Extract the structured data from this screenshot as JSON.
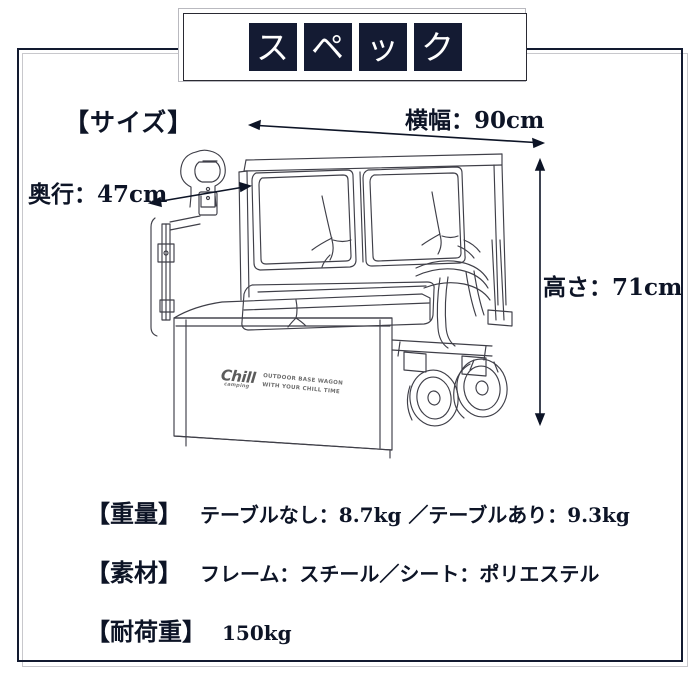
{
  "banner": {
    "title": "スペック",
    "chars": [
      "ス",
      "ペ",
      "ッ",
      "ク"
    ],
    "box_color": "#141b33",
    "text_color": "#ffffff"
  },
  "size_section": {
    "heading": "【サイズ】",
    "width_label": "横幅：90cm",
    "depth_label": "奥行：47cm",
    "height_label": "高さ：71cm"
  },
  "specs": [
    {
      "key": "【重量】",
      "value": "テーブルなし：8.7kg ／テーブルあり：9.3kg"
    },
    {
      "key": "【素材】",
      "value": "フレーム：スチール／シート：ポリエステル"
    },
    {
      "key": "【耐荷重】",
      "value": "150kg"
    }
  ],
  "product_logo": {
    "mark": "Chill",
    "sub": "camping",
    "tagline_line1": "OUTDOOR BASE WAGON",
    "tagline_line2": "WITH YOUR CHILL TIME"
  },
  "colors": {
    "frame": "#121a30",
    "navy": "#141b33",
    "text": "#0d1426",
    "line_art": "#3a3a42",
    "background": "#ffffff"
  }
}
